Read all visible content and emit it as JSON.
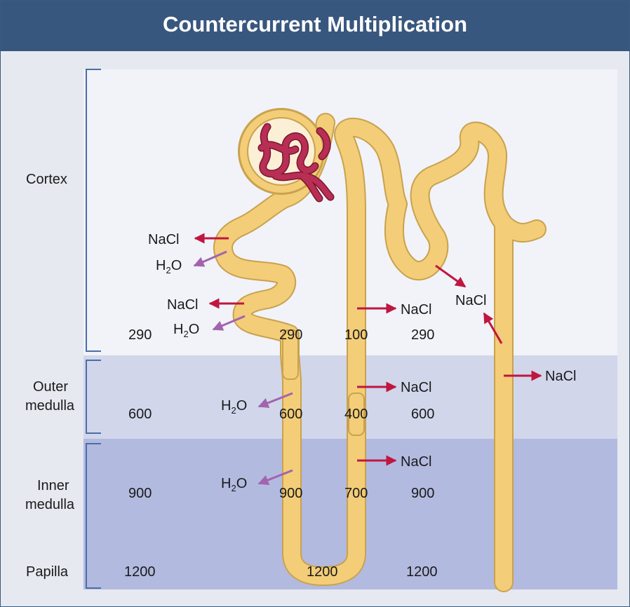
{
  "title": "Countercurrent Multiplication",
  "zones": {
    "cortex": "Cortex",
    "outer_1": "Outer",
    "outer_2": "medulla",
    "inner_1": "Inner",
    "inner_2": "medulla",
    "papilla": "Papilla"
  },
  "osmolality": {
    "interstitial": [
      "290",
      "600",
      "900",
      "1200"
    ],
    "descending": [
      "290",
      "600",
      "900"
    ],
    "bend": "1200",
    "ascending": [
      "100",
      "400",
      "700"
    ],
    "collecting": [
      "290",
      "600",
      "900",
      "1200"
    ]
  },
  "labels": {
    "nacl": "NaCl",
    "water_h": "H",
    "water_sub": "2",
    "water_o": "O"
  },
  "colors": {
    "header": "#38577f",
    "tubule": "#f3cd78",
    "tubule_edge": "#c9a24e",
    "nacl_arrow": "#c0163f",
    "water_arrow": "#a264ad",
    "glomerulus": "#b82e54",
    "cortex_bg": "#f1f3f9",
    "outer_bg": "#d1d6eb",
    "inner_bg": "#b3bae0"
  }
}
